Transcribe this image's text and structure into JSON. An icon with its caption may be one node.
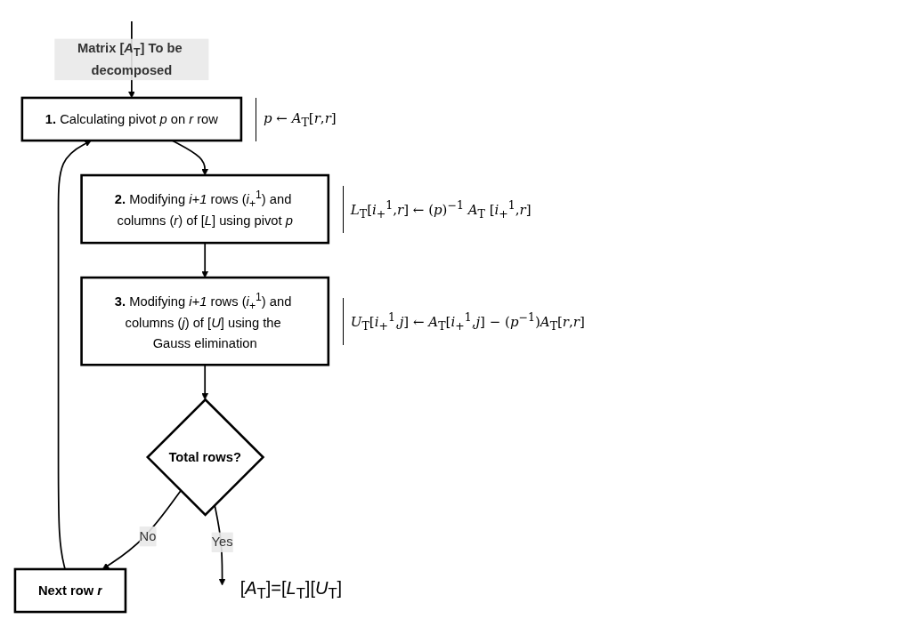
{
  "diagram": {
    "nodes": [
      {
        "text": [
          "**1.** Calculating pivot *p* on *r* row"
        ],
        "beside": [
          "*p* ← *A*$_{T}$[*r*,*r*]"
        ]
      },
      {
        "text": [
          "**2.** Modifying *i+1* rows (*i*$_{+}$$^{1}$) and columns (*r*) of [*L*] using pivot *p*"
        ],
        "beside": [
          "*L*$_{T}$[*i*$_{+}$$^{1}$,*r*] ← (*p*)$^{−1}$ *A*$_{T}$ [*i*$_{+}$$^{1}$,*r*]"
        ]
      },
      {
        "text": [
          "**3.** Modifying *i+1* rows (*i*$_{+}$$^{1}$) and columns (*j*) of [*U*] using the Gauss elimination"
        ],
        "beside": [
          "*U*$_{T}$[*i*$_{+}$$^{1}$,*j*] ← *A*$_{T}$[*i*$_{+}$$^{1}$,*j*] − (*p*$^{−1}$)*A*$_{T}$[*r*,*r*]"
        ]
      },
      {
        "text": [
          "Total rows?"
        ]
      },
      {
        "text": [
          "Next row *r*"
        ]
      }
    ],
    "edges": [
      {
        "from": null,
        "to": 0,
        "arrow": "to",
        "label": "Matrix [*A*$_{T}$] To be decomposed"
      },
      {
        "from": 0,
        "to": 1,
        "arrow": "to"
      },
      {
        "from": 1,
        "to": 2,
        "arrow": "to"
      },
      {
        "from": 2,
        "to": 3,
        "arrow": "to"
      },
      {
        "from": 3,
        "to": 4,
        "arrow": "to",
        "label": "No"
      },
      {
        "from": 4,
        "to": 0,
        "arrow": "to"
      },
      {
        "from": 3,
        "to": null,
        "arrow": "to",
        "label": "Yes"
      }
    ],
    "labels": [
      "[*A*$_{T}$]=[*L*$_{T}$][*U*$_{T}$]"
    ]
  }
}
